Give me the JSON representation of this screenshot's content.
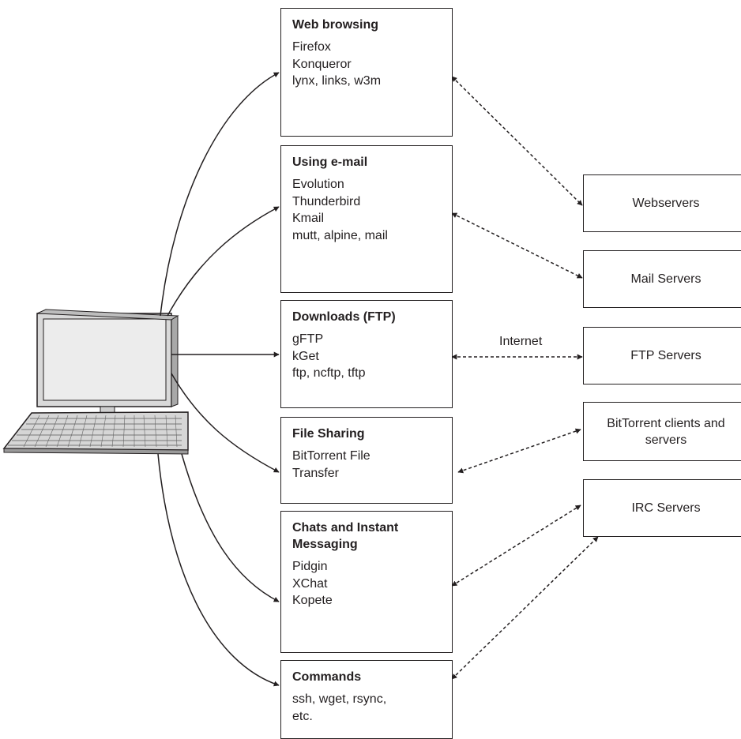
{
  "categories": [
    {
      "title": "Web browsing",
      "items": [
        "Firefox",
        "Konqueror",
        "lynx, links, w3m"
      ]
    },
    {
      "title": "Using e-mail",
      "items": [
        "Evolution",
        "Thunderbird",
        "Kmail",
        "mutt, alpine, mail"
      ]
    },
    {
      "title": "Downloads (FTP)",
      "items": [
        "gFTP",
        "kGet",
        "ftp, ncftp, tftp"
      ]
    },
    {
      "title": "File Sharing",
      "items": [
        "BitTorrent File",
        "Transfer"
      ]
    },
    {
      "title": "Chats and Instant Messaging",
      "items": [
        "Pidgin",
        "XChat",
        "Kopete"
      ]
    },
    {
      "title": "Commands",
      "items": [
        "ssh, wget, rsync,",
        "etc."
      ]
    }
  ],
  "servers": [
    {
      "label": "Webservers"
    },
    {
      "label": "Mail Servers"
    },
    {
      "label": "FTP Servers"
    },
    {
      "label": "BitTorrent clients and servers"
    },
    {
      "label": "IRC Servers"
    }
  ],
  "connection_label": "Internet"
}
